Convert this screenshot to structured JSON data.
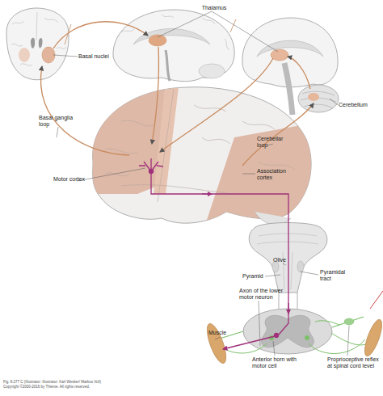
{
  "diagram": {
    "labels": [
      "Thalamus",
      "Basal nuclei",
      "Cerebellum",
      "Basal ganglia loop",
      "Cerebellar loop",
      "Association cortex",
      "Motor cortex",
      "Olive",
      "Pyramid",
      "Pyramidal tract",
      "Axon of the lower motor neuron",
      "Muscle",
      "Anterior horn with motor cell",
      "Proprioceptive reflex at spinal cord level",
      "Fig. 8.277 C (Illustrator: Illustrator: Karl Wesker/ Markus Voll)",
      "Copyright ©2000-2016 by Thieme. All rights reserved."
    ]
  }
}
